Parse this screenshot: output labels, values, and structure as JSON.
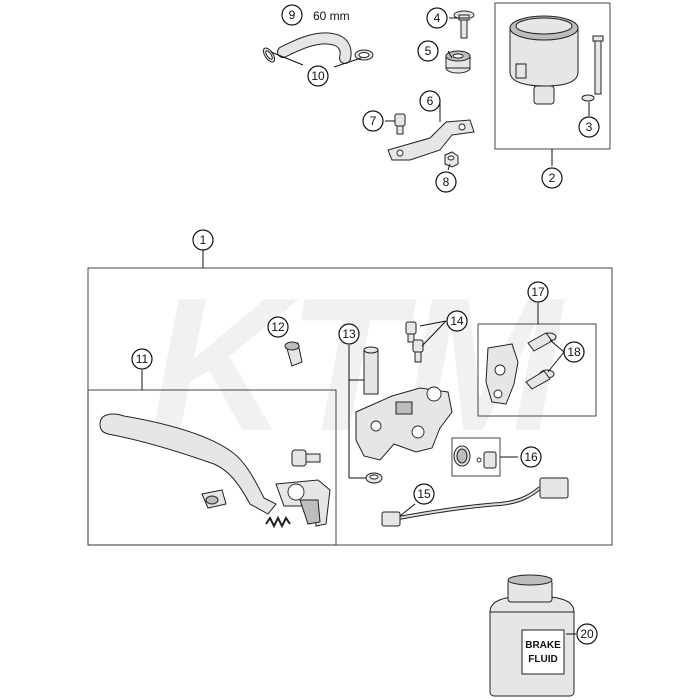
{
  "watermark": "KTM",
  "hose_length_label": "60 mm",
  "bottle_label": [
    "BRAKE",
    "FLUID"
  ],
  "callouts": [
    "1",
    "2",
    "3",
    "4",
    "5",
    "6",
    "7",
    "8",
    "9",
    "10",
    "11",
    "12",
    "13",
    "14",
    "15",
    "16",
    "17",
    "18",
    "20"
  ]
}
